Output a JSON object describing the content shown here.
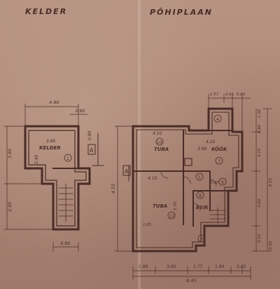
{
  "titles": {
    "basement": "KELDER",
    "main_floor": "PÕHIPLAAN"
  },
  "basement_plan": {
    "room_label": "KELDER",
    "room_number": "1",
    "dim_top": "4.90",
    "dim_small": "0.60",
    "dim_inner": "3.90",
    "dim_bottom": "4.80",
    "dim_left_upper": "3.85",
    "dim_left_lower": "2.90",
    "dim_side_a": "0.90",
    "dim_side_b": "2.40",
    "section_mark": "A"
  },
  "main_plan": {
    "rooms": [
      {
        "number": "10",
        "name": "TUBA",
        "width": "4.10"
      },
      {
        "number": "7",
        "name": "KÖÖK",
        "width": "4.10"
      },
      {
        "number": "4",
        "name": "",
        "width": ""
      },
      {
        "number": "5",
        "name": "",
        "width": "4.10"
      },
      {
        "number": "11",
        "name": "TUBA",
        "width": ""
      },
      {
        "number": "8",
        "name": "ESIK",
        "width": ""
      },
      {
        "number": "6",
        "name": "",
        "width": ""
      },
      {
        "number": "3",
        "name": "",
        "width": ""
      }
    ],
    "top_dims": [
      "1.57",
      "0.61",
      "0.65"
    ],
    "kitchen_area": "3.90",
    "bottom_dims": [
      "1.89",
      "3.00",
      "1.77",
      "1.84",
      "0.65"
    ],
    "total_width": "8.45",
    "left_dim": "4.55",
    "right_dims": [
      "1.50",
      "0.90",
      "3.15",
      "4.00",
      "0.50",
      "8.55",
      "0.38"
    ],
    "misc_dims": [
      "0.95",
      "5.70",
      "1.85"
    ],
    "section_mark": "A"
  }
}
